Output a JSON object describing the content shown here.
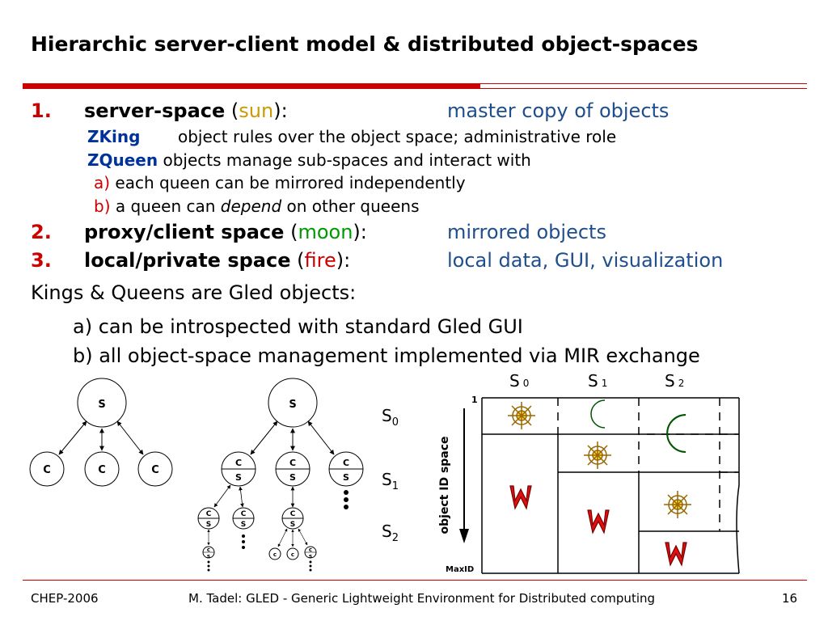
{
  "title": "Hierarchic server-client model & distributed object-spaces",
  "items": [
    {
      "num": "1.",
      "name": "server-space",
      "paren_open": "(",
      "word": "sun",
      "paren_close": "):",
      "desc": "master copy of objects"
    },
    {
      "num": "2.",
      "name": "proxy/client space",
      "paren_open": "(",
      "word": "moon",
      "paren_close": "):",
      "desc": "mirrored objects"
    },
    {
      "num": "3.",
      "name": "local/private space",
      "paren_open": "(",
      "word": "fire",
      "paren_close": "):",
      "desc": "local data, GUI, visualization"
    }
  ],
  "sub": {
    "zking_label": "ZKing",
    "zking_text": "object rules over the object space; administrative role",
    "zqueen_label": "ZQueen",
    "zqueen_text": "objects manage sub-spaces and interact with",
    "a_marker": "a)",
    "a_text": "each queen can be mirrored independently",
    "b_marker": "b)",
    "b_text_1": "a queen can",
    "b_text_em": "depend",
    "b_text_2": "on other queens"
  },
  "kings": {
    "line": "Kings & Queens are Gled objects:",
    "a": "a) can be introspected with standard Gled GUI",
    "b": "b) all object-space management implemented via MIR exchange"
  },
  "diagram": {
    "server": "S",
    "client": "C",
    "cs_c": "C",
    "cs_s": "S",
    "small_c": "c",
    "small_s": "s",
    "row_s": "S",
    "row_subs": [
      "0",
      "1",
      "2"
    ],
    "col_s": "S",
    "col_subs": [
      "0",
      "1",
      "2"
    ],
    "axis_label": "object ID space",
    "axis_top": "1",
    "axis_bottom": "MaxID"
  },
  "footer": {
    "left": "CHEP-2006",
    "center": "M. Tadel: GLED - Generic Lightweight Environment for Distributed computing",
    "page": "16"
  },
  "colors": {
    "accent": "#cc0000",
    "blue_text": "#1f4e8c",
    "navy": "#003399",
    "sun": "#cc9900",
    "moon": "#009900",
    "fire": "#cc0000"
  }
}
